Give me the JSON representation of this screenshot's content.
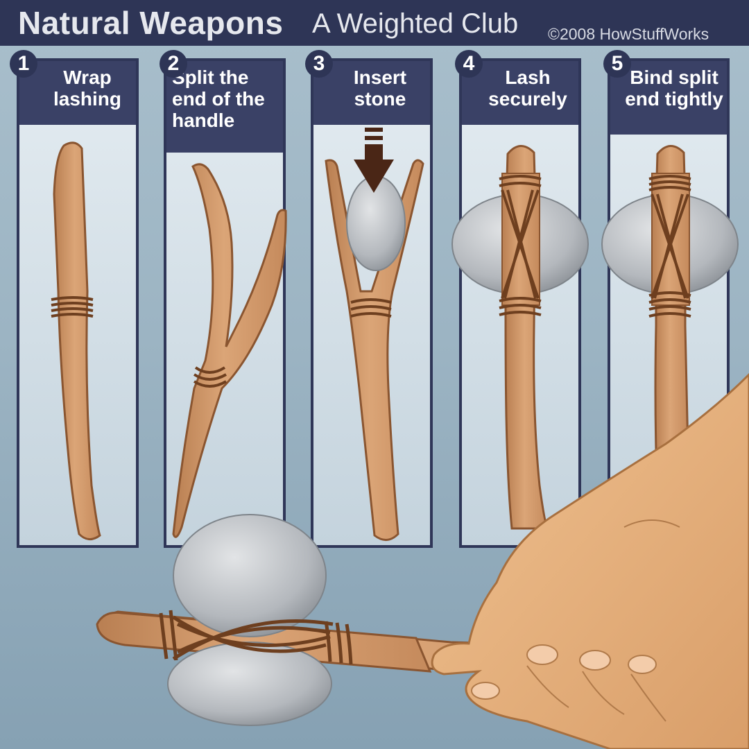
{
  "header": {
    "title": "Natural Weapons",
    "subtitle": "A Weighted Club",
    "copyright": "©2008 HowStuffWorks"
  },
  "steps": [
    {
      "number": "1",
      "label": "Wrap lashing"
    },
    {
      "number": "2",
      "label": "Split the end of the handle"
    },
    {
      "number": "3",
      "label": "Insert stone"
    },
    {
      "number": "4",
      "label": "Lash securely"
    },
    {
      "number": "5",
      "label": "Bind split end tightly"
    }
  ],
  "colors": {
    "header_bg": "#2e3556",
    "panel_border": "#2f3658",
    "wood": "#d29a6b",
    "lashing": "#7a4a28",
    "stone": "#b9bcc0",
    "skin": "#e6b27c"
  }
}
